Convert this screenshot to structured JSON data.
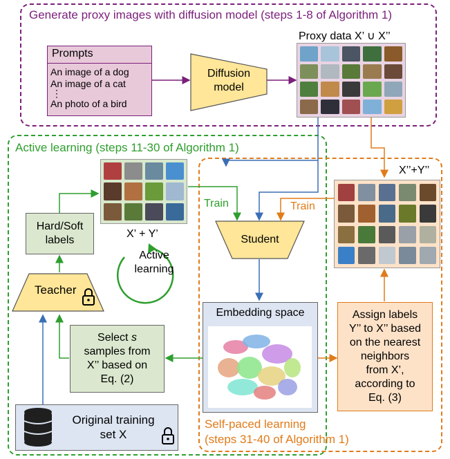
{
  "regions": {
    "generate": "Generate proxy images with diffusion model (steps 1-8 of Algorithm 1)",
    "active": "Active learning (steps 11-30 of Algorithm 1)",
    "self_paced_line1": "Self-paced learning",
    "self_paced_line2": "(steps 31-40 of Algorithm 1)"
  },
  "prompts": {
    "title": "Prompts",
    "line1": "An image of a dog",
    "line2": "An image of a cat",
    "ellipsis": "⋮",
    "line3": "An photo of a bird"
  },
  "diffusion": {
    "line1": "Diffusion",
    "line2": "model"
  },
  "proxy_label": "Proxy data X’ ∪ X’’",
  "xy_prime_label": "X’ + Y’",
  "xy_double_label": "X’’+Y’’",
  "student_label": "Student",
  "train_green": "Train",
  "train_orange": "Train",
  "hard_soft": {
    "line1": "Hard/Soft",
    "line2": "labels"
  },
  "teacher_label": "Teacher",
  "active_cycle": {
    "line1": "Active",
    "line2": "learning"
  },
  "embedding_label": "Embedding space",
  "select_box": {
    "line1": "Select ",
    "s": "s",
    "line2": "samples from",
    "line3": "X’’  based on",
    "line4": "Eq. (2)"
  },
  "assign_box": {
    "line1": "Assign labels",
    "line2": "Y’’ to X’’ based",
    "line3": "on the nearest",
    "line4": "neighbors",
    "line5": "from X’,",
    "line6": "according to",
    "line7": "Eq. (3)"
  },
  "original": {
    "line1": "Original training",
    "line2": "set X"
  },
  "colors": {
    "purple": "#7a1f7a",
    "green": "#2e9e2e",
    "orange": "#e07b1a",
    "blue": "#3b6eb5",
    "prompt_fill": "#e8c9d9",
    "yellow": "#ffe699",
    "green_fill": "#dbe8cf",
    "orange_fill": "#fde2c8",
    "blue_fill": "#dde5f2"
  },
  "icons": [
    "lock-icon",
    "database-icon",
    "circular-arrow-icon"
  ]
}
